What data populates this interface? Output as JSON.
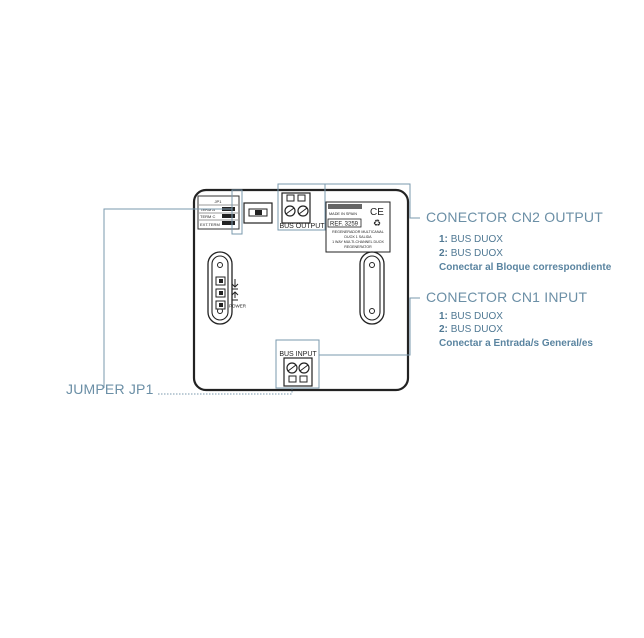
{
  "device": {
    "jumper_table": {
      "header": "JP1",
      "rows": [
        "TERM A",
        "TERM C",
        "EXT.TERM"
      ]
    },
    "bus_output_label": "BUS OUTPUT",
    "bus_input_label": "BUS INPUT",
    "made_in": "MADE IN SPAIN",
    "ref": "REF. 3259",
    "description_lines": [
      "REGENERADOR MULTICANAL",
      "DUOX 1 SALIDA",
      "1 WAY MULTI-CHANNEL DUOX",
      "REGENERATOR"
    ],
    "power_label": "POWER"
  },
  "callouts": {
    "cn2": {
      "title": "CONECTOR CN2 OUTPUT",
      "line1_num": "1:",
      "line1_text": "BUS DUOX",
      "line2_num": "2:",
      "line2_text": "BUS DUOX",
      "note": "Conectar al Bloque correspondiente"
    },
    "cn1": {
      "title": "CONECTOR CN1 INPUT",
      "line1_num": "1:",
      "line1_text": "BUS DUOX",
      "line2_num": "2:",
      "line2_text": "BUS DUOX",
      "note": "Conectar a Entrada/s General/es"
    },
    "jp1": {
      "title": "JUMPER JP1"
    }
  },
  "colors": {
    "callout_line": "#7a98ad",
    "device_stroke": "#222222",
    "callout_text": "#6b8fa6"
  }
}
